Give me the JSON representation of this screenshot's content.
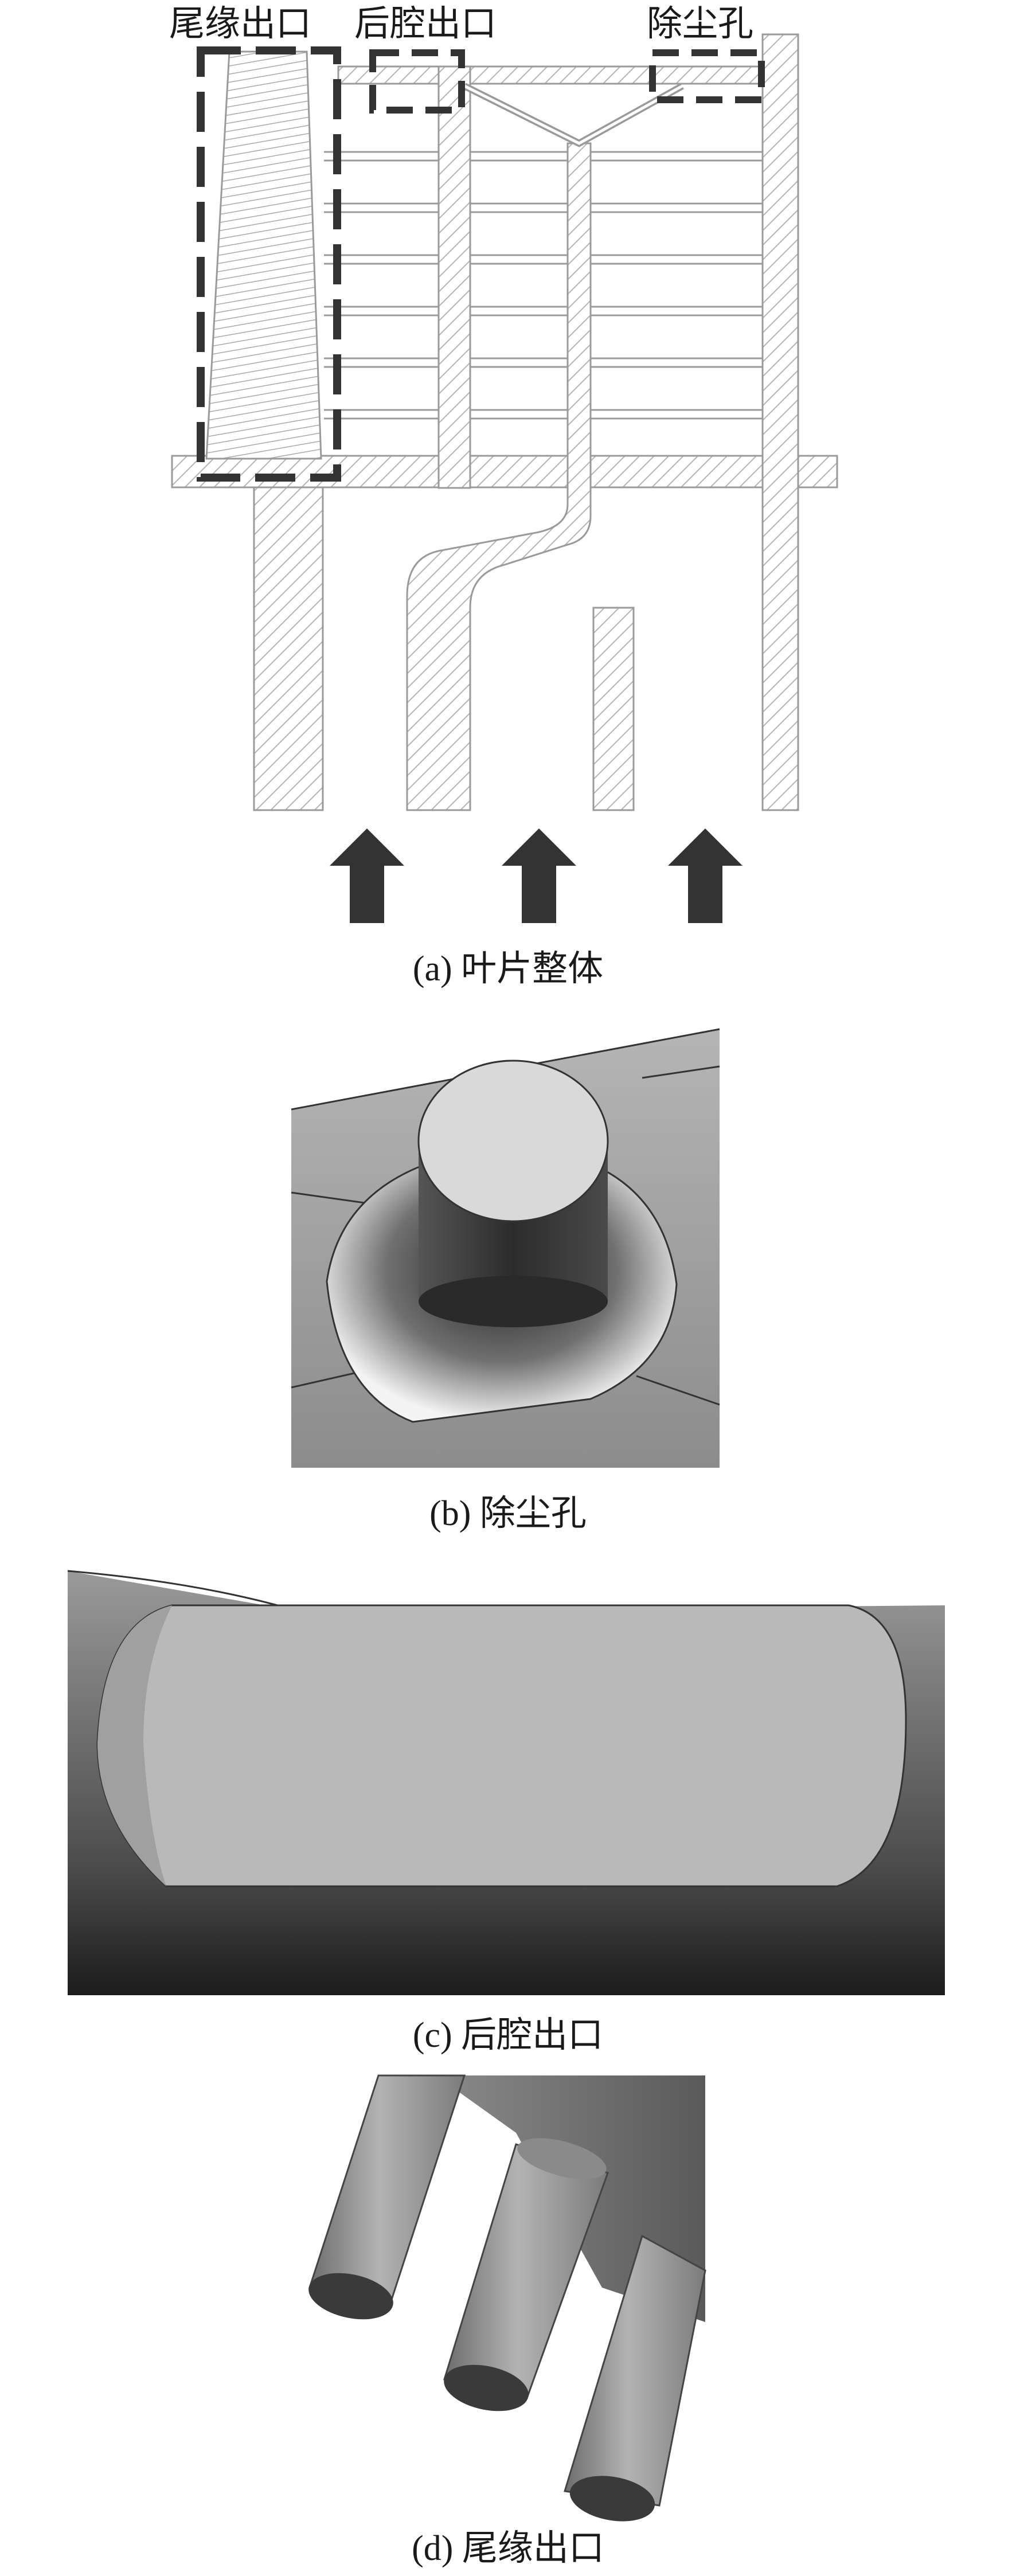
{
  "figure_a": {
    "labels": {
      "trailing_edge_outlet": "尾缘出口",
      "rear_cavity_outlet": "后腔出口",
      "dust_hole": "除尘孔"
    },
    "caption": "(a) 叶片整体"
  },
  "figure_b": {
    "caption": "(b) 除尘孔"
  },
  "figure_c": {
    "caption": "(c) 后腔出口"
  },
  "figure_d": {
    "caption": "(d) 尾缘出口"
  },
  "colors": {
    "hatch": "#b5b5b5",
    "outline": "#9a9a9a",
    "dashed_box": "#333333",
    "arrow": "#333333",
    "surface_light": "#d9d9d9",
    "surface_mid": "#a6a6a6",
    "surface_dark": "#3a3a3a"
  }
}
